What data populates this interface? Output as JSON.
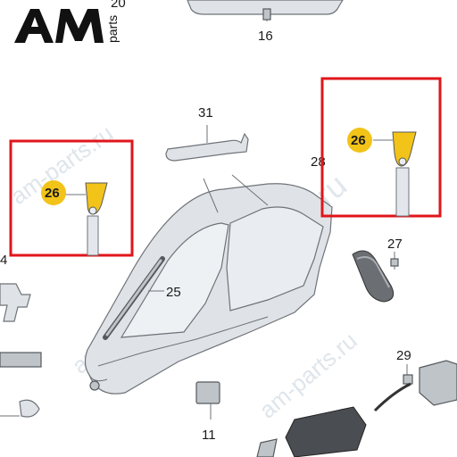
{
  "logo": {
    "main": "AM",
    "side": "parts"
  },
  "watermark": "am-parts.ru",
  "labels": {
    "l20": "20",
    "l16": "16",
    "l31": "31",
    "l28": "28",
    "l26a": "26",
    "l26b": "26",
    "l27": "27",
    "l25": "25",
    "l4": "4",
    "l29": "29",
    "l11": "11"
  },
  "colors": {
    "highlight_box": "#e0161b",
    "callout_fill": "#f2c318",
    "logo": "#111111"
  }
}
